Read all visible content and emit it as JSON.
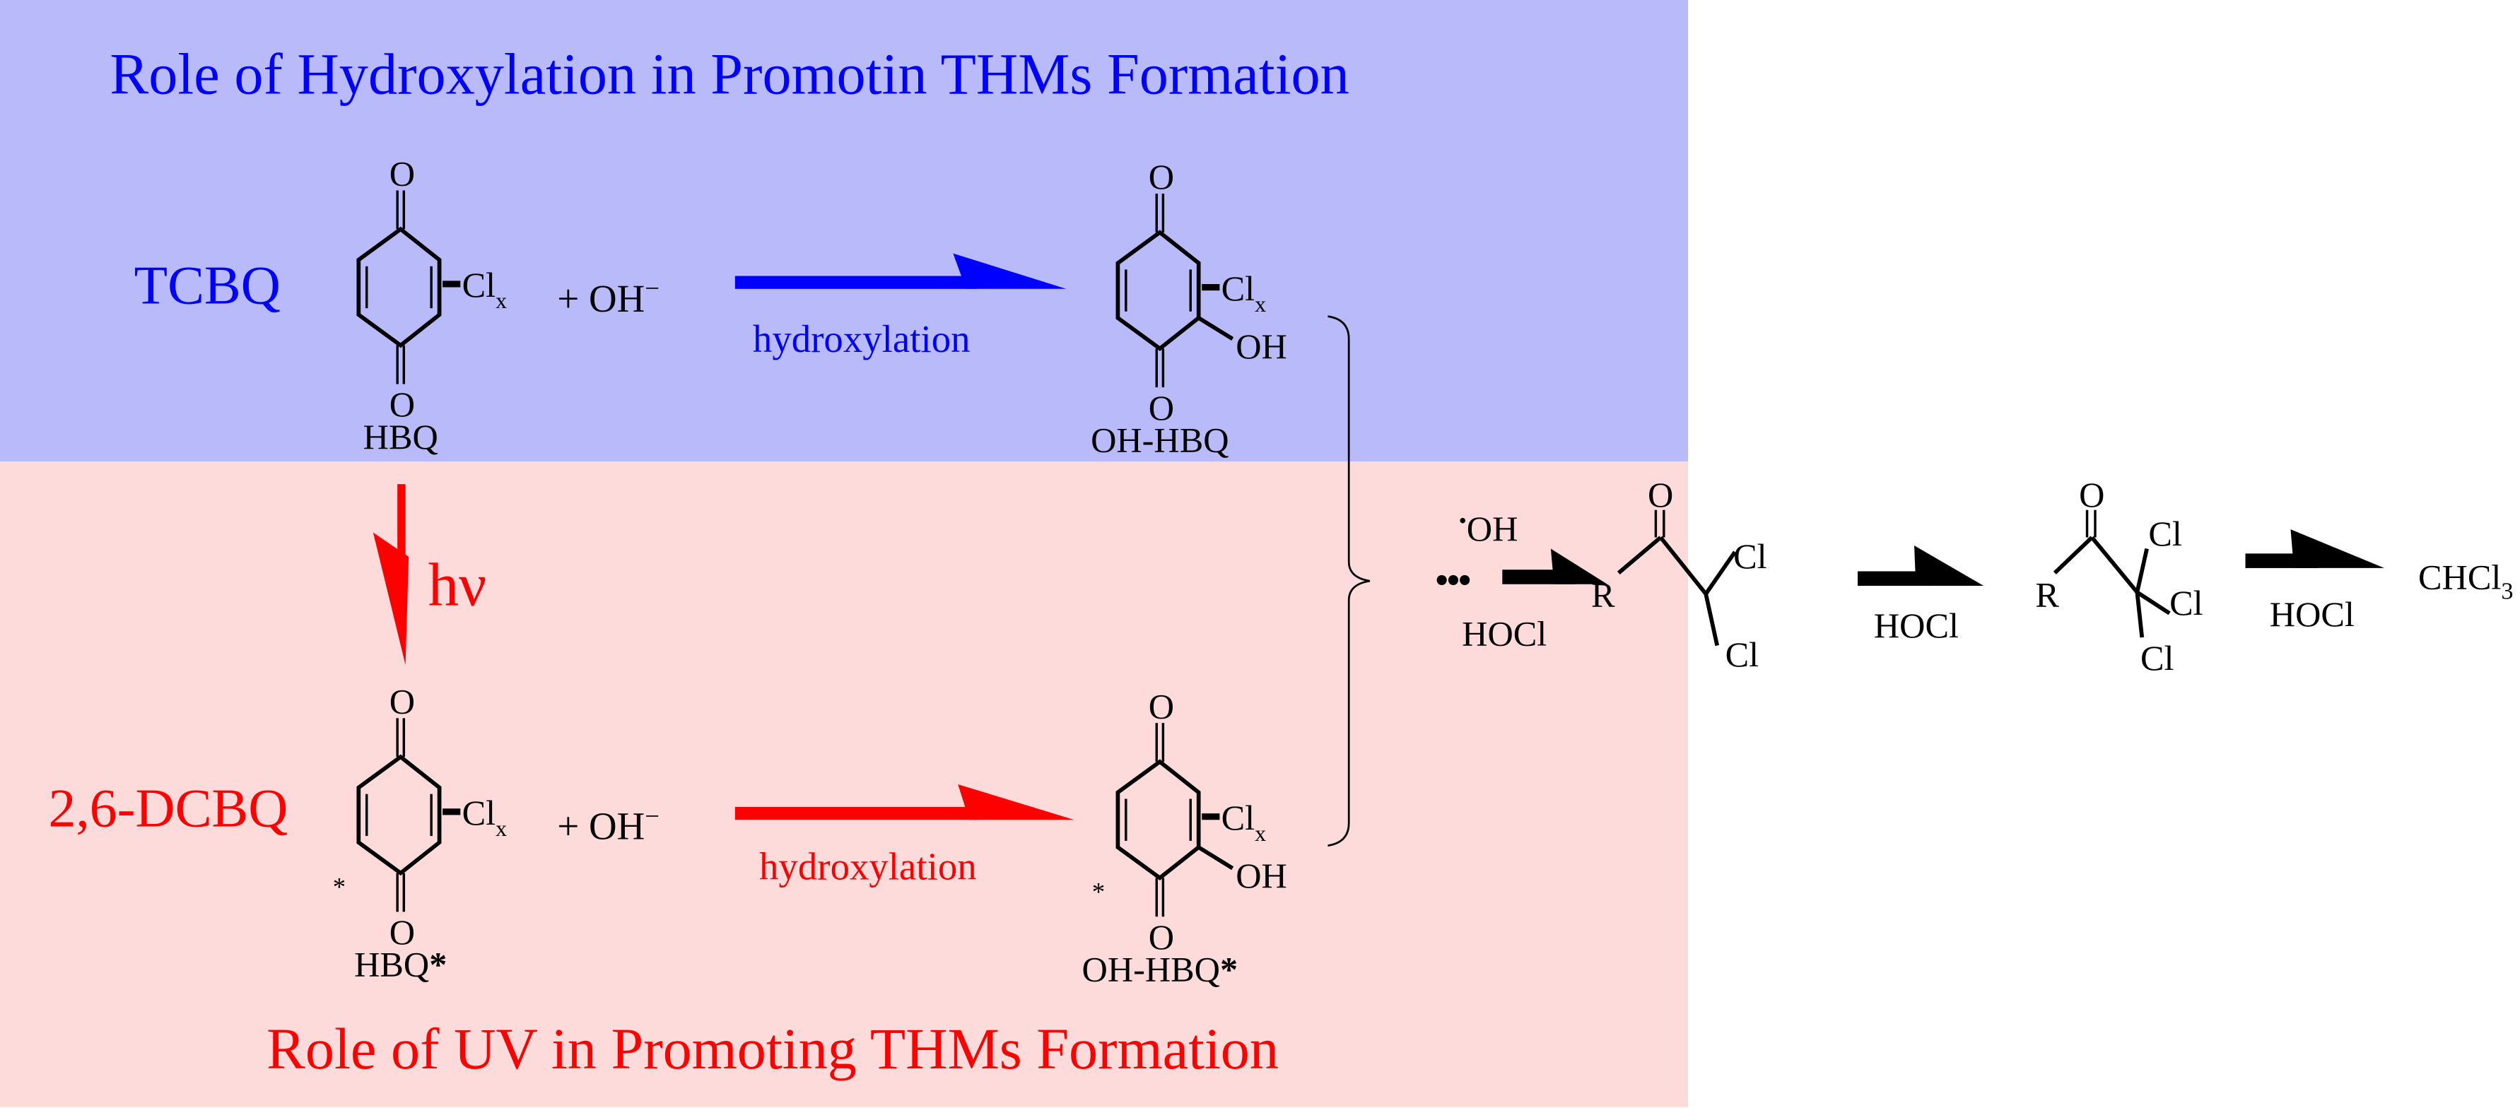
{
  "colors": {
    "blue_panel": "#b8bafa",
    "pink_panel": "#fedbdb",
    "blue": "#0000ff",
    "red": "#ff0000",
    "black": "#000000"
  },
  "header": {
    "title": "Role of Hydroxylation in Promotin THMs Formation"
  },
  "footer": {
    "title": "Role of UV in Promoting THMs Formation"
  },
  "atoms": {
    "O": "O",
    "Cl": "Cl",
    "x": "x",
    "OH": "OH",
    "R": "R",
    "star": "*"
  },
  "top_row": {
    "reactant_name": "TCBQ",
    "reactant_label": "HBQ",
    "reagent": "+ OH",
    "reagent_charge": "−",
    "arrow_label": "hydroxylation",
    "product_label": "OH-HBQ"
  },
  "uv": {
    "label": "hν"
  },
  "bottom_row": {
    "reactant_name": "2,6-DCBQ",
    "reactant_label": "HBQ",
    "excited_mark": "*",
    "reagent": "+ OH",
    "reagent_charge": "−",
    "arrow_label": "hydroxylation",
    "product_label": "OH-HBQ"
  },
  "pathway": {
    "radical_dot": "•",
    "radical": "OH",
    "dots": "•••",
    "reagent": "HOCl",
    "product": "CHCl",
    "product_sub": "3"
  }
}
